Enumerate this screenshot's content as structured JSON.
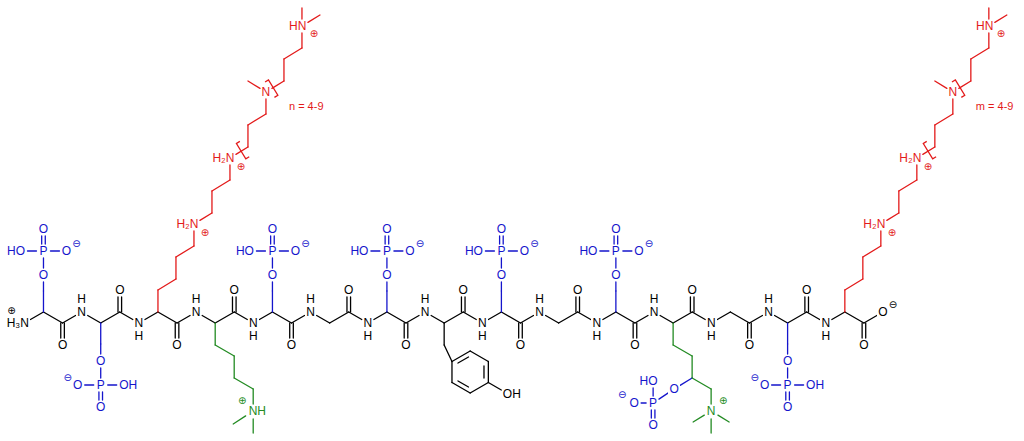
{
  "diagram": {
    "labels": [
      "H₃N",
      "⊕",
      "O",
      "P",
      "O",
      "HO",
      "O",
      "⊖",
      "O",
      "N",
      "H",
      "O",
      "P",
      "O",
      "⊖",
      "O",
      "OH",
      "O",
      "N",
      "H",
      "H₂N",
      "⊕",
      "H₂N",
      "⊕",
      "N",
      "HN",
      "⊕",
      "n = 4-9",
      "O",
      "N",
      "H",
      "NH",
      "⊕",
      "O",
      "N",
      "H",
      "O",
      "P",
      "O",
      "HO",
      "O",
      "⊖",
      "O",
      "N",
      "H",
      "O",
      "N",
      "H",
      "O",
      "P",
      "O",
      "HO",
      "O",
      "⊖",
      "O",
      "N",
      "H",
      "OH",
      "O",
      "N",
      "H",
      "O",
      "P",
      "O",
      "HO",
      "O",
      "⊖",
      "O",
      "N",
      "H",
      "O",
      "N",
      "H",
      "O",
      "P",
      "O",
      "HO",
      "O",
      "⊖",
      "O",
      "N",
      "H",
      "O",
      "P",
      "HO",
      "⊖",
      "O",
      "O",
      "N",
      "⊕",
      "O",
      "N",
      "H",
      "O",
      "N",
      "H",
      "O",
      "P",
      "O",
      "⊖",
      "O",
      "OH",
      "O",
      "N",
      "H",
      "H₂N",
      "⊕",
      "H₂N",
      "⊕",
      "N",
      "HN",
      "⊕",
      "m = 4-9",
      "O",
      "O",
      "⊖"
    ]
  }
}
